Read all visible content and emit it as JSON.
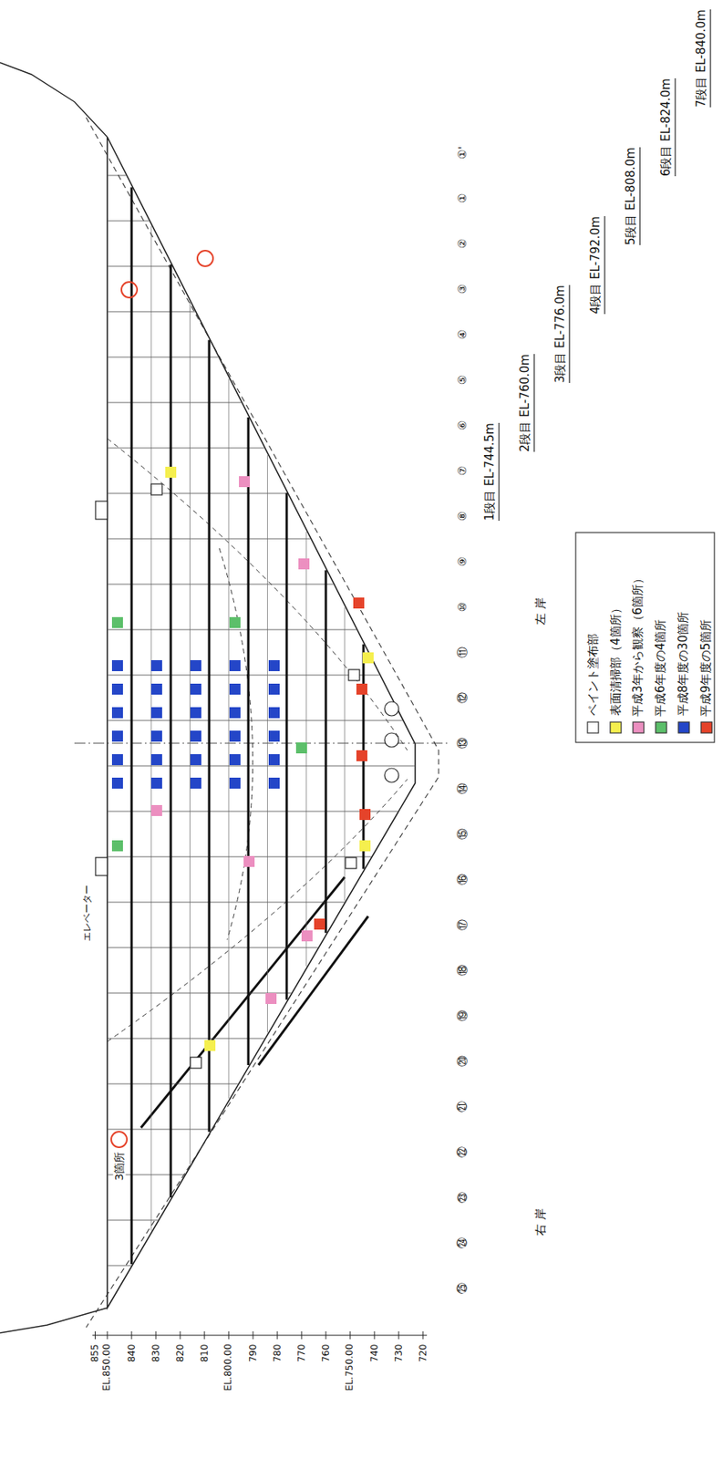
{
  "diagram": {
    "labels": [
      "7段目 EL-840.0m",
      "6段目 EL-824.0m",
      "5段目 EL-808.0m",
      "4段目 EL-792.0m",
      "3段目 EL-776.0m",
      "2段目 EL-760.0m",
      "1段目 EL-744.5m",
      "①'",
      "①",
      "②",
      "③",
      "④",
      "⑤",
      "⑥",
      "⑦",
      "⑧",
      "⑨",
      "⑩",
      "⑪",
      "⑫",
      "⑬",
      "⑭",
      "⑮",
      "⑯",
      "⑰",
      "⑱",
      "⑲",
      "⑳",
      "㉑",
      "㉒",
      "㉓",
      "㉔",
      "㉕",
      "左 岸",
      "右 岸",
      "エレベーター",
      "3箇所",
      "855",
      "EL.850.00",
      "840",
      "830",
      "820",
      "810",
      "EL.800.00",
      "790",
      "780",
      "770",
      "760",
      "EL.750.00",
      "740",
      "730",
      "720"
    ],
    "legend": [
      {
        "text": "ペイント塗布部",
        "color": "#ffffff"
      },
      {
        "text": "表面清掃部（4箇所）",
        "color": "#f5ef4e"
      },
      {
        "text": "平成3年から観察（6箇所）",
        "color": "#ec8fc0"
      },
      {
        "text": "平成6年度の4箇所",
        "color": "#5cbf6a"
      },
      {
        "text": "平成8年度の30箇所",
        "color": "#2446c8"
      },
      {
        "text": "平成9年度の5箇所",
        "color": "#e5432a"
      }
    ]
  }
}
